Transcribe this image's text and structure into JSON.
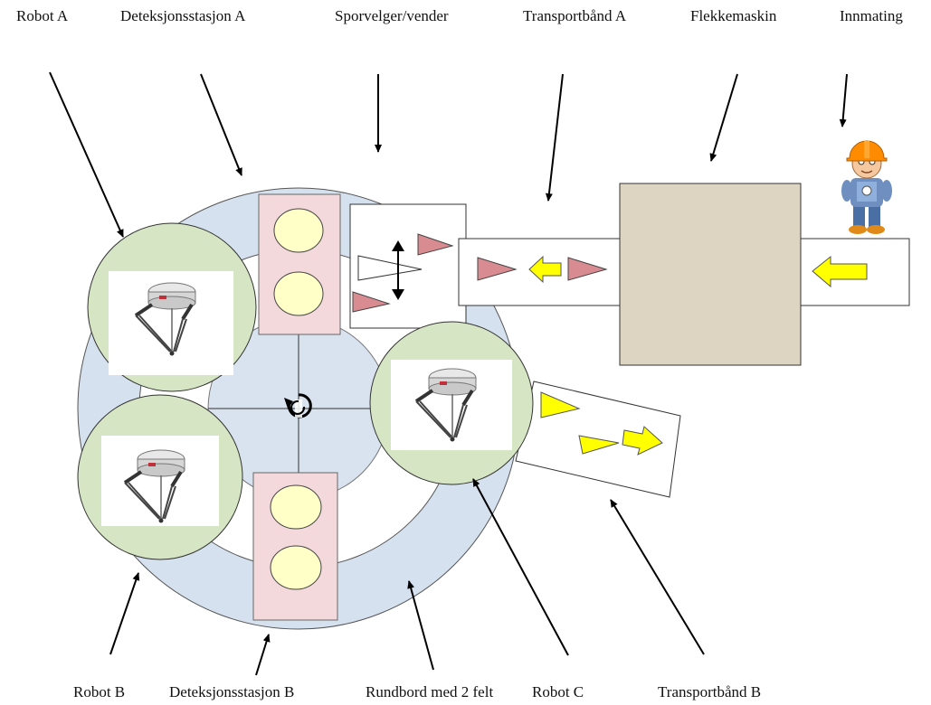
{
  "labels": {
    "robot_a": "Robot A",
    "deteksjonsstasjon_a": "Deteksjonsstasjon A",
    "sporvelger": "Sporvelger/vender",
    "transportband_a": "Transportbånd A",
    "flekkemaskin": "Flekkemaskin",
    "innmating": "Innmating",
    "robot_b": "Robot B",
    "deteksjonsstasjon_b": "Deteksjonsstasjon B",
    "rundbord": "Rundbord med 2 felt",
    "robot_c": "Robot C",
    "transportband_b": "Transportbånd B"
  },
  "colors": {
    "table_ring": "#d6e1ef",
    "table_inner": "#d9e3f0",
    "robot_disc": "#d6e5c4",
    "detection_box": "#f3d9dc",
    "sensor": "#ffffc8",
    "machine": "#ddd5c2",
    "red_item": "#d88c92",
    "yellow_item": "#ffff00"
  },
  "icons": [
    "delta-robot-icon",
    "operator-icon",
    "rotation-icon"
  ]
}
